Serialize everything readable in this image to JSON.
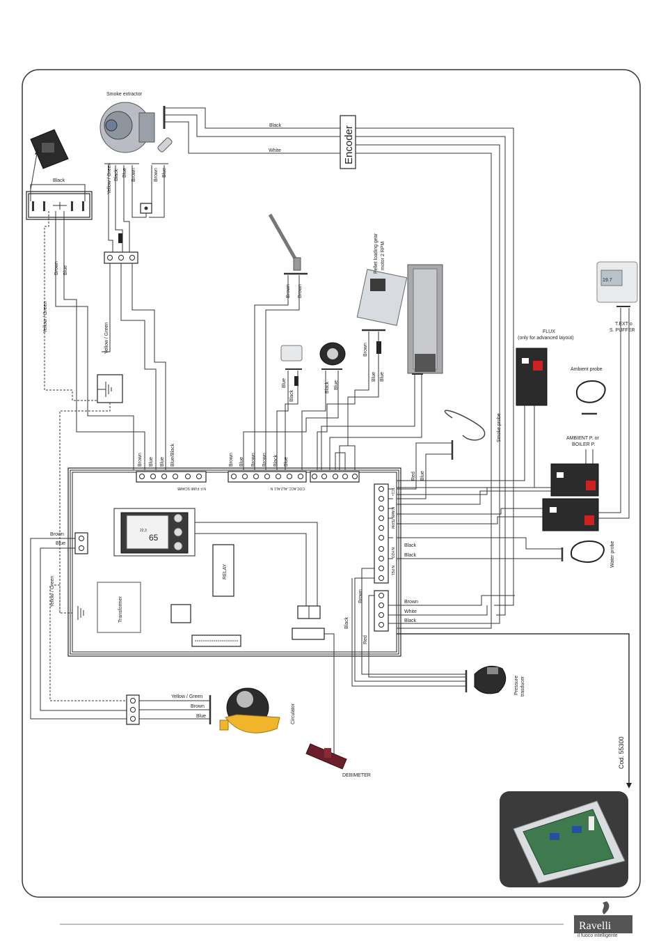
{
  "components": {
    "smoke_extractor": "Smoke extractor",
    "encoder": "Encoder",
    "pellet_motor_line1": "Pellet loading gear",
    "pellet_motor_line2": "motor 2 RPM",
    "flux_line1": "FLUX",
    "flux_line2": "(only for advanced layout)",
    "text_puffer_line1": "T.EXT o",
    "text_puffer_line2": "S. PUFFER",
    "ambient_probe": "Ambient probe",
    "ambient_boiler_line1": "AMBIENT P. or",
    "ambient_boiler_line2": "BOILER P.",
    "smoke_probe": "Smoke probe",
    "water_probe": "Water probe",
    "relay": "RELAY",
    "transformer": "Transformer",
    "pressure_line1": "Pressure",
    "pressure_line2": "trasducer",
    "circulator": "Circulator",
    "debimeter": "DEBIMETER",
    "code": "Cod. 55300",
    "display_value": "65",
    "display_small": "22,3",
    "thermostat_value": "19.7"
  },
  "wires": {
    "black": "Black",
    "white": "White",
    "brown": "Brown",
    "blue": "Blue",
    "red": "Red",
    "yellow_green": "Yellow / Green",
    "blue_black": "Blue/Black"
  },
  "board_labels": {
    "fumi_group": "N   F          FUMI      SCAMB",
    "coc_group": "COC          ACC.   AL2  AL1  N",
    "right_top": "TC1+",
    "right_term": "N AMB  TERM",
    "right_h2o": "N H2O",
    "right_pel": "N PEL"
  },
  "brand": {
    "name": "Ravelli",
    "tagline": "il fuoco intelligente"
  }
}
